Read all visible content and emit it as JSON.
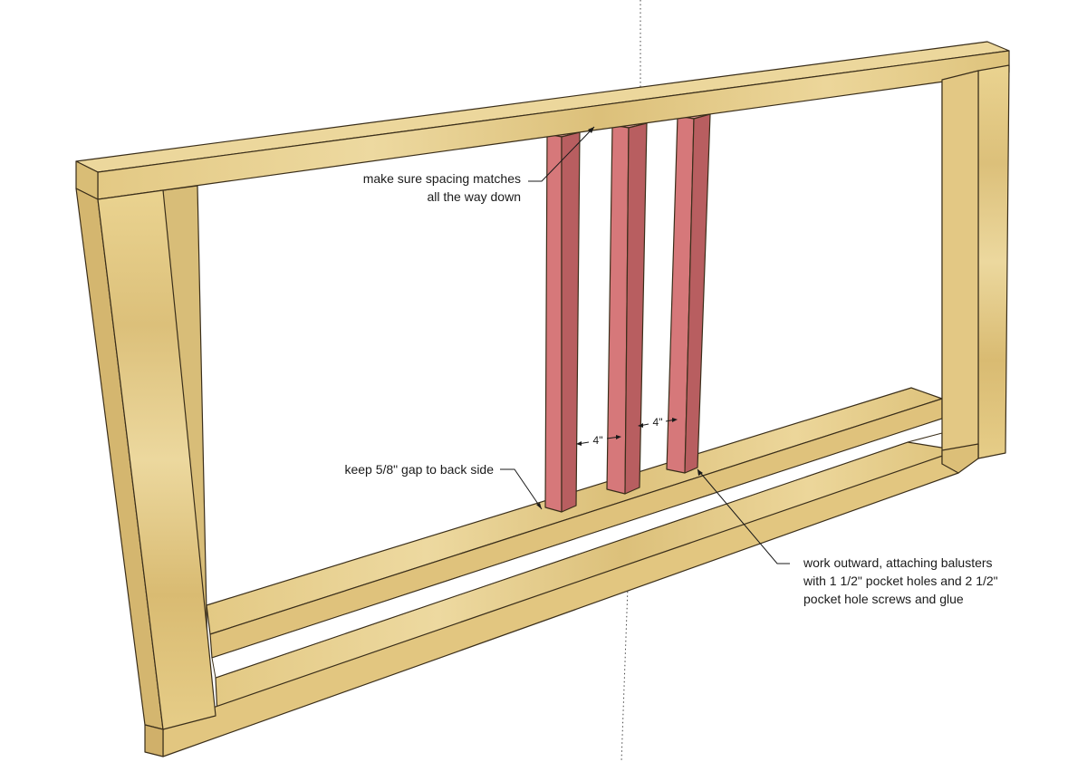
{
  "annotations": {
    "spacing_line1": "make sure spacing matches",
    "spacing_line2": "all the way down",
    "gap_note": "keep 5/8\" gap to back side",
    "work_line1": "work outward, attaching balusters",
    "work_line2": "with 1 1/2\" pocket holes and 2 1/2\"",
    "work_line3": "pocket hole screws and glue"
  },
  "dimensions": {
    "left_spacing": "4\"",
    "right_spacing": "4\""
  },
  "colors": {
    "wood_face": "#e6cc8a",
    "wood_top": "#ecd79c",
    "wood_side": "#d9bd76",
    "wood_shadow": "#c9a85e",
    "baluster_face": "#d6787a",
    "baluster_side": "#b85e60",
    "baluster_top": "#e39a9b"
  }
}
